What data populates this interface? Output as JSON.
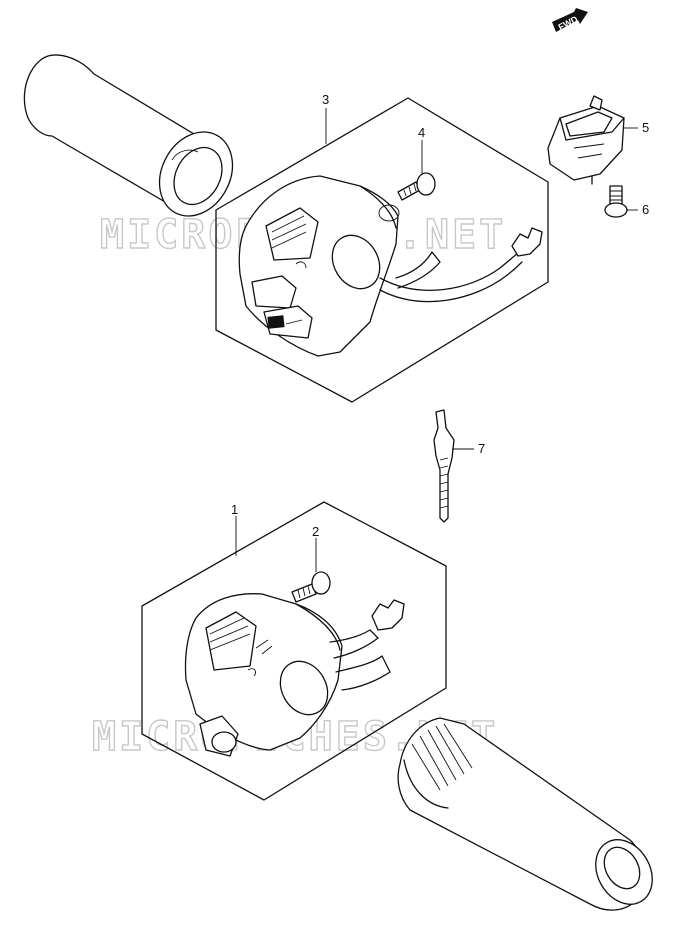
{
  "badge": {
    "label": "FWD"
  },
  "watermark": {
    "text": "MICROFICHES.NET"
  },
  "callouts": [
    {
      "id": "1",
      "label": "1"
    },
    {
      "id": "2",
      "label": "2"
    },
    {
      "id": "3",
      "label": "3"
    },
    {
      "id": "4",
      "label": "4"
    },
    {
      "id": "5",
      "label": "5"
    },
    {
      "id": "6",
      "label": "6"
    },
    {
      "id": "7",
      "label": "7"
    }
  ]
}
